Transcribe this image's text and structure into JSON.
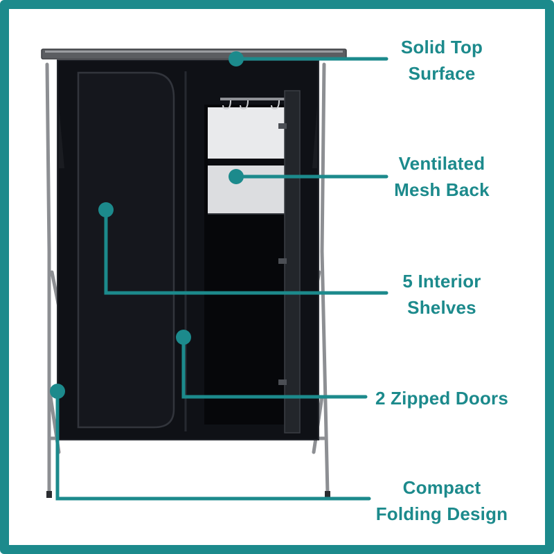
{
  "accent_color": "#1c8a8c",
  "product_icon": "folding-camp-wardrobe",
  "callouts": [
    {
      "lines": [
        "Solid Top",
        "Surface"
      ]
    },
    {
      "lines": [
        "Ventilated",
        "Mesh Back"
      ]
    },
    {
      "lines": [
        "5 Interior",
        "Shelves"
      ]
    },
    {
      "lines": [
        "2 Zipped Doors"
      ]
    },
    {
      "lines": [
        "Compact",
        "Folding Design"
      ]
    }
  ]
}
